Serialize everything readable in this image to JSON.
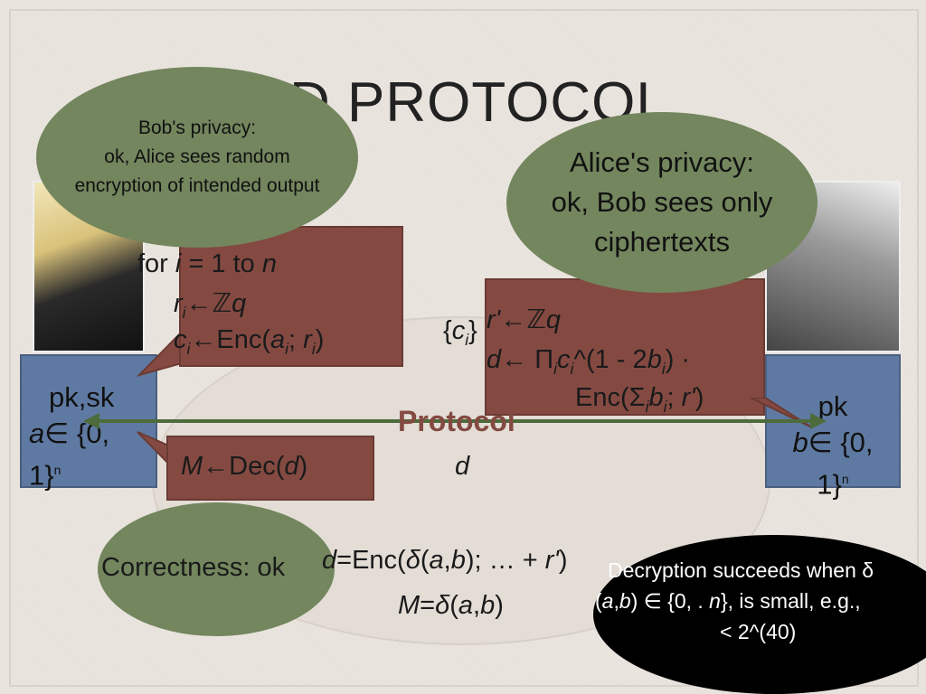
{
  "slide": {
    "title": "D PROTOCOL",
    "bob_privacy": [
      "Bob's privacy:",
      "ok, Alice sees random",
      "encryption of intended output"
    ],
    "alice_privacy": [
      "Alice's privacy:",
      "ok, Bob sees only",
      "ciphertexts"
    ],
    "alice_box": {
      "line1": "pk,sk",
      "line2": "a∈ {0, 1}"
    },
    "bob_box": {
      "line1": "pk",
      "line2": "b∈ {0, 1}"
    },
    "alice_compute": {
      "loop": "for i = 1 to n",
      "r": "ri←ℤq",
      "c": "ci←Enc(ai; ri)"
    },
    "decrypt": "M←Dec(d)",
    "bob_compute": {
      "r": "r'←ℤq",
      "d": "d← Πici^(1 - 2bi) ·",
      "enc": "Enc(Σibi; r')"
    },
    "ciphertexts_label": "{ci}",
    "protocol_label": "Protocol",
    "d_label": "d",
    "correctness": "Correctness: ok",
    "equation1": "d=Enc(δ(a,b); … + r')",
    "equation2": "M=δ(a,b)",
    "decryption_note": [
      "Decryption succeeds when δ",
      "(a,b) ∈ {0, . n}, is small, e.g.,",
      "< 2^(40)"
    ]
  },
  "colors": {
    "box_brown": "#844a42",
    "bubble_green": "#73865e",
    "party_blue": "#5f7aa2",
    "arrow": "#4d6b3b"
  }
}
